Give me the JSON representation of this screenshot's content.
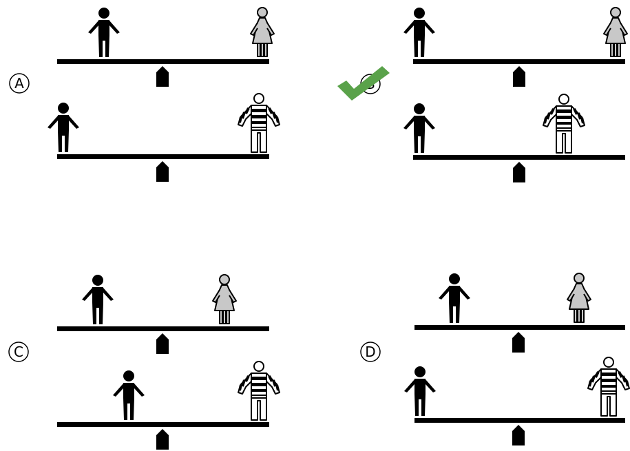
{
  "options": [
    {
      "letter": "A",
      "correct": false
    },
    {
      "letter": "B",
      "correct": true
    },
    {
      "letter": "C",
      "correct": false
    },
    {
      "letter": "D",
      "correct": false
    }
  ],
  "colors": {
    "ink": "#000000",
    "girl_fill": "#c8c8c8",
    "check": "#5aa24a",
    "background": "#ffffff"
  },
  "icons": [
    "man-figure-icon",
    "girl-figure-icon",
    "striped-man-figure-icon",
    "fulcrum-icon",
    "checkmark-icon"
  ]
}
